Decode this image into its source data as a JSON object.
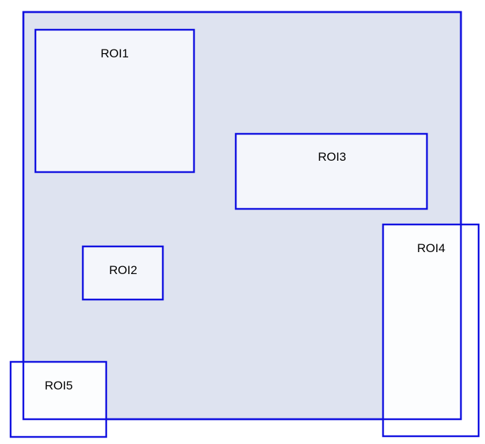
{
  "diagram": {
    "colors": {
      "border": "#1010e0",
      "container_fill": "#dee3f0",
      "roi_fill": "#f4f6fb",
      "text": "#000000"
    },
    "regions": [
      {
        "id": "roi1",
        "label": "ROI1"
      },
      {
        "id": "roi2",
        "label": "ROI2"
      },
      {
        "id": "roi3",
        "label": "ROI3"
      },
      {
        "id": "roi4",
        "label": "ROI4"
      },
      {
        "id": "roi5",
        "label": "ROI5"
      }
    ]
  }
}
